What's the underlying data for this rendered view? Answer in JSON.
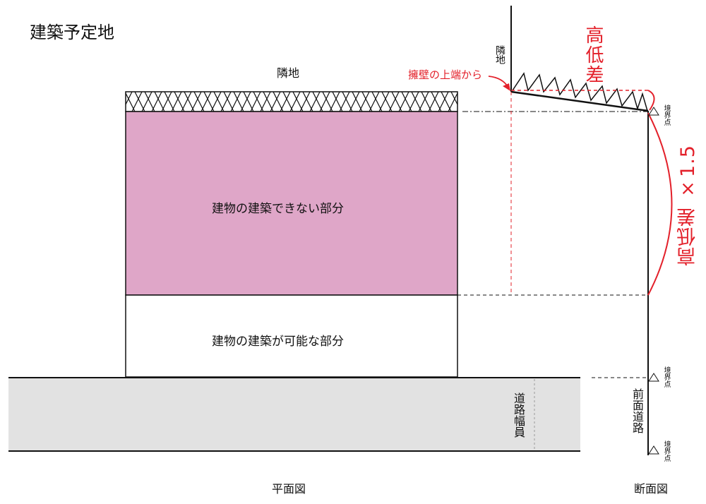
{
  "title": "建築予定地",
  "plan": {
    "neighbor_label": "隣地",
    "no_build_label": "建物の建築できない部分",
    "build_ok_label": "建物の建築が可能な部分",
    "road_width_label": "道路幅員",
    "caption": "平面図"
  },
  "section": {
    "neighbor_label": "隣地",
    "retaining_wall_label": "擁壁の上端から",
    "height_diff_label": "高低差",
    "height_diff_x15_label": "高低差 ×1.5",
    "front_road_label": "前面道路",
    "boundary_point_label": "境界点",
    "caption": "断面図"
  },
  "colors": {
    "no_build_fill": "#dfa6c8",
    "road_fill": "#e2e2e2",
    "accent_red": "#e3202a",
    "line": "#111111"
  }
}
